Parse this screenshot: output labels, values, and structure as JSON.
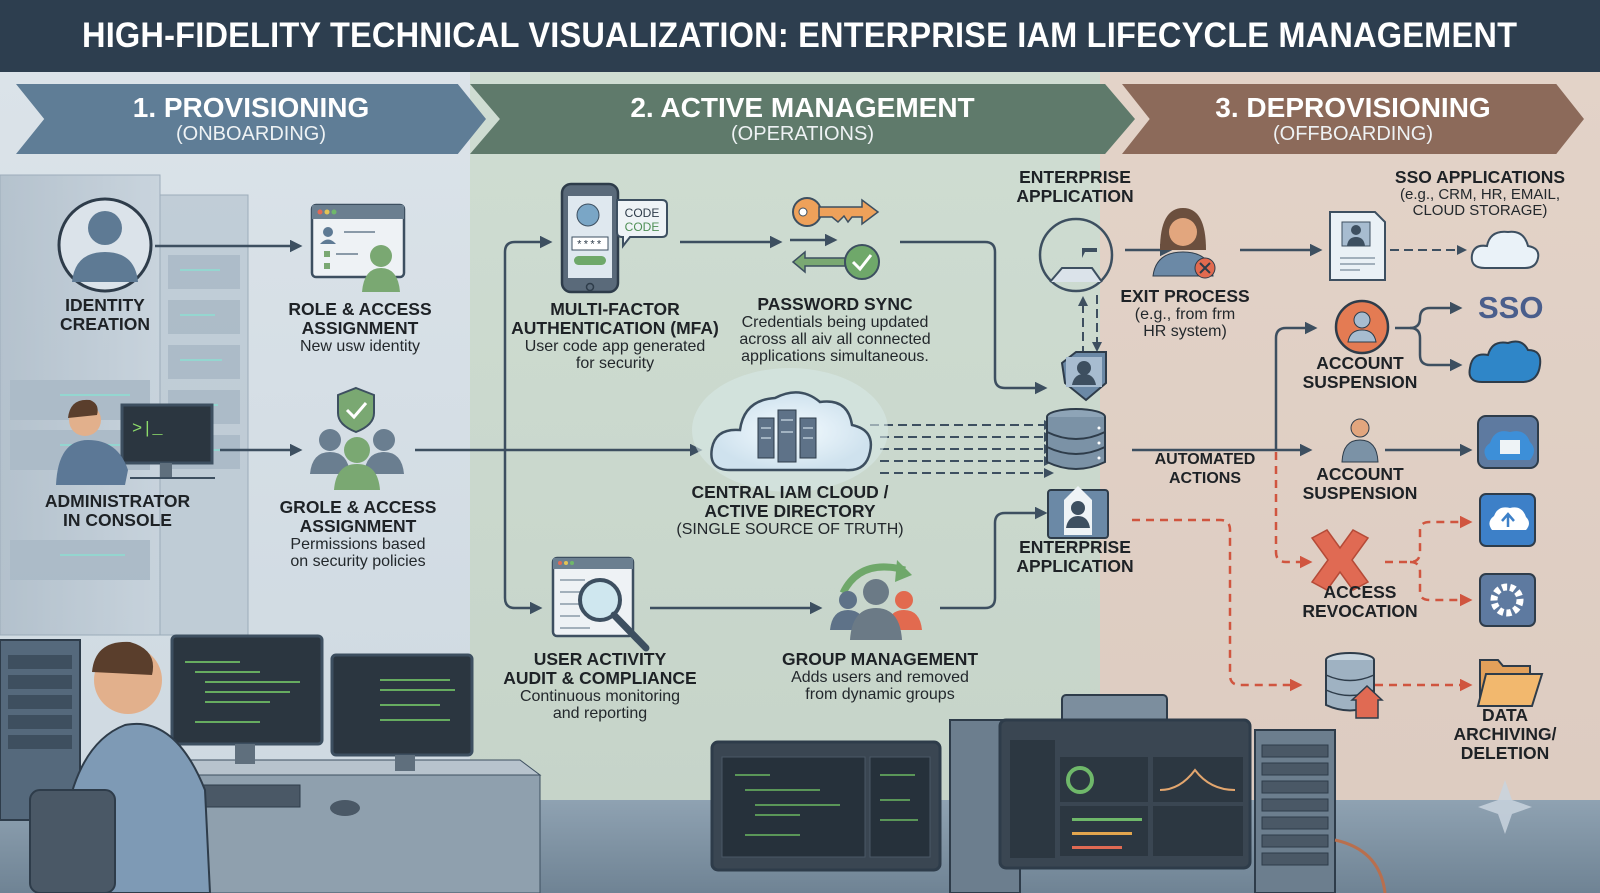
{
  "title": "HIGH-FIDELITY TECHNICAL VISUALIZATION: ENTERPRISE IAM LIFECYCLE MANAGEMENT",
  "colors": {
    "title_bar": "#2d3e4f",
    "phase_provisioning": "#5f7d96",
    "phase_active": "#5f7a6b",
    "phase_deprovisioning": "#8c6a5a",
    "flow_arrow": "#3d4f60",
    "revocation_arrow": "#d0553f",
    "accent_green": "#6fa86a",
    "accent_orange": "#e98a4e"
  },
  "phases": [
    {
      "title": "1. PROVISIONING",
      "subtitle": "(ONBOARDING)"
    },
    {
      "title": "2. ACTIVE MANAGEMENT",
      "subtitle": "(OPERATIONS)"
    },
    {
      "title": "3. DEPROVISIONING",
      "subtitle": "(OFFBOARDING)"
    }
  ],
  "provisioning": {
    "identity_creation": {
      "title_l1": "IDENTITY",
      "title_l2": "CREATION",
      "icon": "user-circle-icon"
    },
    "role_access": {
      "title_l1": "ROLE & ACCESS",
      "title_l2": "ASSIGNMENT",
      "desc": "New usw identity",
      "icon": "user-profile-window-icon"
    },
    "admin_console": {
      "title_l1": "ADMINISTRATOR",
      "title_l2": "IN CONSOLE",
      "terminal_prompt": ">|_",
      "icon": "admin-terminal-icon"
    },
    "group_role_access": {
      "title_l1": "GROLE & ACCESS",
      "title_l2": "ASSIGNMENT",
      "desc_l1": "Permissions based",
      "desc_l2": "on security policies",
      "icon": "shield-group-icon"
    }
  },
  "active": {
    "mfa": {
      "title_l1": "MULTI-FACTOR",
      "title_l2": "AUTHENTICATION (MFA)",
      "desc_l1": "User code app generated",
      "desc_l2": "for security",
      "bubble_l1": "CODE",
      "bubble_l2": "CODE",
      "pin": "****",
      "icon": "smartphone-mfa-icon"
    },
    "password_sync": {
      "title": "PASSWORD SYNC",
      "desc_l1": "Credentials being updated",
      "desc_l2": "across all aiv all connected",
      "desc_l3": "applications simultaneous.",
      "icon": "key-sync-icon"
    },
    "central_iam": {
      "title_l1": "CENTRAL IAM CLOUD /",
      "title_l2": "ACTIVE DIRECTORY",
      "desc": "(SINGLE SOURCE OF TRUTH)",
      "icon": "cloud-server-icon"
    },
    "audit": {
      "title_l1": "USER ACTIVITY",
      "title_l2": "AUDIT & COMPLIANCE",
      "desc_l1": "Continuous monitoring",
      "desc_l2": "and reporting",
      "icon": "magnifier-log-icon"
    },
    "group_mgmt": {
      "title": "GROUP MANAGEMENT",
      "desc_l1": "Adds users and removed",
      "desc_l2": "from dynamic groups",
      "icon": "group-rotate-icon"
    }
  },
  "deprovisioning": {
    "enterprise_app_top": {
      "title_l1": "ENTERPRISE",
      "title_l2": "APPLICATION",
      "icon": "enterprise-app-icon"
    },
    "enterprise_app_bottom": {
      "title_l1": "ENTERPRISE",
      "title_l2": "APPLICATION",
      "icon": "enterprise-app-icon"
    },
    "exit_process": {
      "title": "EXIT PROCESS",
      "desc_l1": "(e.g., from frm",
      "desc_l2": "HR system)",
      "icon": "user-remove-icon"
    },
    "sso_apps": {
      "title": "SSO APPLICATIONS",
      "desc_l1": "(e.g., CRM, HR, EMAIL,",
      "desc_l2": "CLOUD STORAGE)",
      "sso_text": "SSO"
    },
    "account_suspension_1": {
      "title_l1": "ACCOUNT",
      "title_l2": "SUSPENSION",
      "icon": "user-suspend-icon"
    },
    "account_suspension_2": {
      "title_l1": "ACCOUNT",
      "title_l2": "SUSPENSION",
      "icon": "user-icon"
    },
    "automated_actions": {
      "title_l1": "AUTOMATED",
      "title_l2": "ACTIONS"
    },
    "access_revocation": {
      "title_l1": "ACCESS",
      "title_l2": "REVOCATION",
      "icon": "red-x-icon"
    },
    "data_archiving": {
      "title_l1": "DATA",
      "title_l2": "ARCHIVING/",
      "title_l3": "DELETION",
      "icon": "folder-icon"
    }
  }
}
